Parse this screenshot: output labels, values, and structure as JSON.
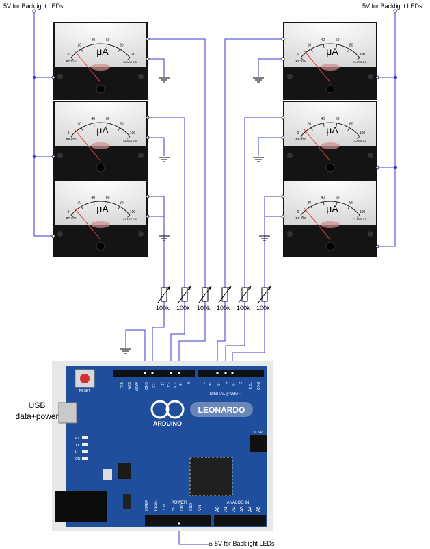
{
  "labels": {
    "backlight_top_left": "5V for Backlight LEDs",
    "backlight_top_right": "5V for Backlight LEDs",
    "backlight_bottom": "5V for Backlight LEDs",
    "usb_line1": "USB",
    "usb_line2": "data+power"
  },
  "meter": {
    "unit": "μA",
    "scale": [
      "0",
      "20",
      "40",
      "60",
      "80",
      "100"
    ],
    "model": "BP-670",
    "class_label": "CLASS 2.5"
  },
  "resistors": [
    "100k",
    "100k",
    "100k",
    "100k",
    "100k",
    "100k"
  ],
  "board": {
    "brand": "ARDUINO",
    "model": "LEONARDO",
    "digital_label": "DIGITAL (PWM~)",
    "power_label": "POWER",
    "analog_label": "ANALOG IN",
    "reset_label": "RESET",
    "icsp_label": "ICSP",
    "top_pins": [
      "SCL",
      "SDA",
      "AREF",
      "GND",
      "~13",
      "12",
      "~11",
      "~10",
      "~9",
      "8",
      "7",
      "~6",
      "~5",
      "4",
      "~3",
      "2",
      "TX 1",
      "RX 0"
    ],
    "power_pins": [
      "IOREF",
      "RESET",
      "3.3V",
      "5V",
      "GND",
      "GND",
      "VIN"
    ],
    "analog_pins": [
      "A0",
      "A1",
      "A2",
      "A3",
      "A4",
      "A5"
    ],
    "led_labels": [
      "RX",
      "TX",
      "L",
      "ON"
    ]
  },
  "colors": {
    "wire": "#3a3ad0",
    "board_blue": "#1f4f9c",
    "meter_face": "#f2f2f0",
    "meter_body": "#141414",
    "needle": "#e04040"
  }
}
